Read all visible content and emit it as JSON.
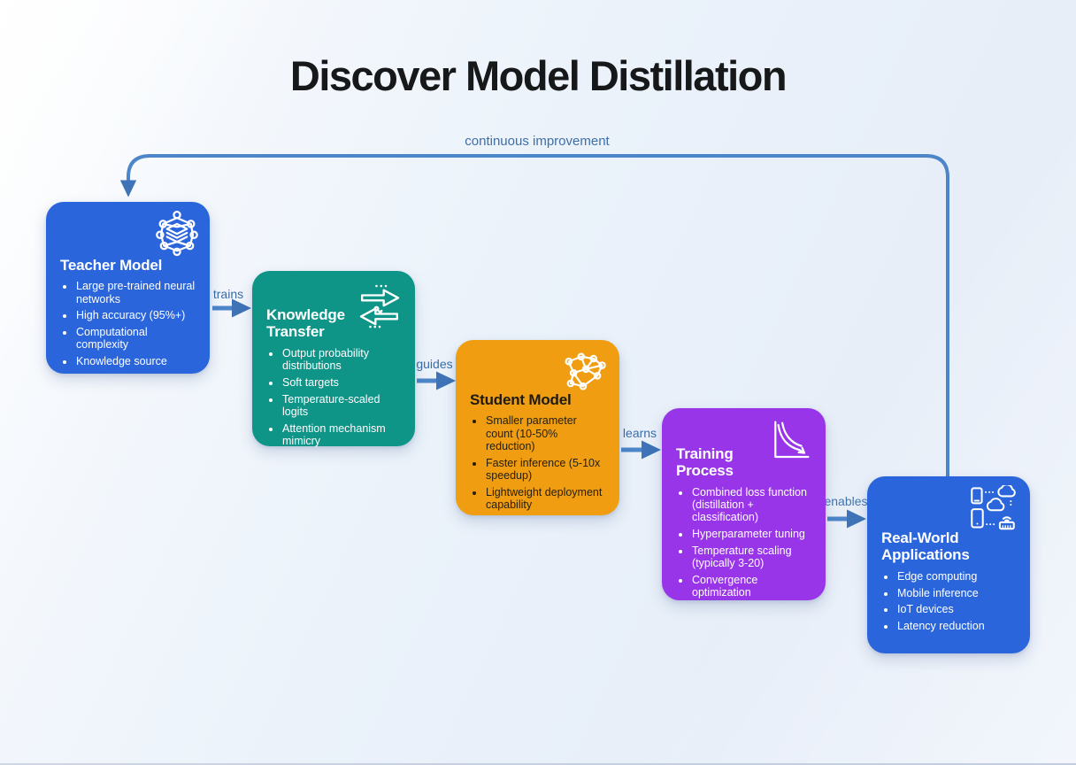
{
  "title": "Discover Model Distillation",
  "loop": {
    "label": "continuous improvement"
  },
  "edges": [
    {
      "label": "trains"
    },
    {
      "label": "guides"
    },
    {
      "label": "learns"
    },
    {
      "label": "enables"
    }
  ],
  "nodes": [
    {
      "id": "teacher",
      "title": "Teacher Model",
      "icon": "neural-network-layers-icon",
      "color": "#2a65dc",
      "bullets": [
        "Large pre-trained neural networks",
        "High accuracy (95%+)",
        "Computational complexity",
        "Knowledge source"
      ]
    },
    {
      "id": "knowledge",
      "title": "Knowledge Transfer",
      "icon": "transfer-arrows-icon",
      "color": "#0f9488",
      "bullets": [
        "Output probability distributions",
        "Soft targets",
        "Temperature-scaled logits",
        "Attention mechanism mimicry"
      ]
    },
    {
      "id": "student",
      "title": "Student Model",
      "icon": "neural-network-icon",
      "color": "#f09d12",
      "bullets": [
        "Smaller parameter count (10-50% reduction)",
        "Faster inference (5-10x speedup)",
        "Lightweight deployment capability"
      ]
    },
    {
      "id": "training",
      "title": "Training Process",
      "icon": "loss-curve-icon",
      "color": "#9935e8",
      "bullets": [
        "Combined loss function (distillation + classification)",
        "Hyperparameter tuning",
        "Temperature scaling (typically 3-20)",
        "Convergence optimization"
      ]
    },
    {
      "id": "realworld",
      "title": "Real-World Applications",
      "icon": "devices-cloud-icon",
      "color": "#2a65dc",
      "bullets": [
        "Edge computing",
        "Mobile inference",
        "IoT devices",
        "Latency reduction"
      ]
    }
  ],
  "colors": {
    "arrow": "#4d85c9",
    "arrowhead": "#3f73b7",
    "edge_label_text": "#3a6da9",
    "title_text": "#17181a",
    "background_start": "#ffffff",
    "background_end": "#e7eef8"
  }
}
